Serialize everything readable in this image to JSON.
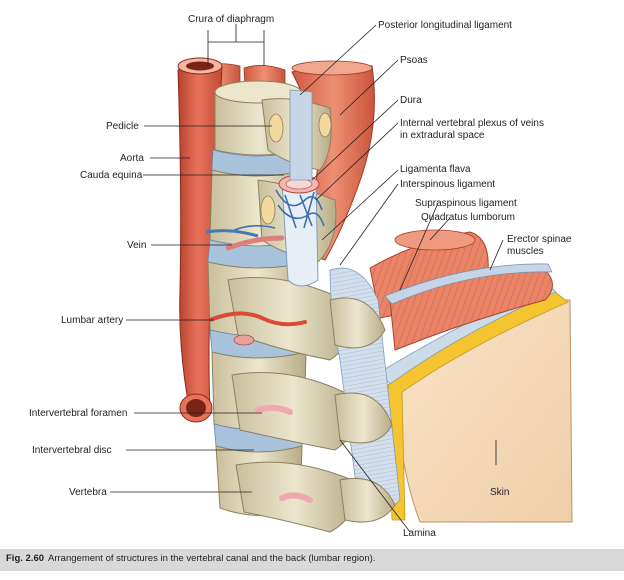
{
  "labels": {
    "crura": "Crura of diaphragm",
    "posterior_ligament": "Posterior longitudinal ligament",
    "psoas": "Psoas",
    "dura": "Dura",
    "plexus_line1": "Internal vertebral plexus of veins",
    "plexus_line2": "in extradural space",
    "pedicle": "Pedicle",
    "aorta": "Aorta",
    "cauda_equina": "Cauda equina",
    "ligamenta_flava": "Ligamenta flava",
    "interspinous": "Interspinous ligament",
    "supraspinous": "Supraspinous ligament",
    "quadratus": "Quadratus lumborum",
    "erector_line1": "Erector spinae",
    "erector_line2": "muscles",
    "vein": "Vein",
    "lumbar_artery": "Lumbar artery",
    "intervertebral_foramen": "Intervertebral foramen",
    "intervertebral_disc": "Intervertebral disc",
    "vertebra": "Vertebra",
    "skin": "Skin",
    "lamina": "Lamina"
  },
  "caption": {
    "number": "Fig. 2.60",
    "text": "Arrangement of structures in the vertebral canal and the back (lumbar region)."
  },
  "colors": {
    "bone": "#e3dcc0",
    "bone_shadow": "#b9ae8b",
    "artery": "#d9573f",
    "muscle": "#e27a5d",
    "disc": "#a9c3dc",
    "ligament": "#c7d6e6",
    "skin": "#f4d9b8",
    "fat": "#f4c431",
    "caption_bar": "#d9d9da"
  }
}
